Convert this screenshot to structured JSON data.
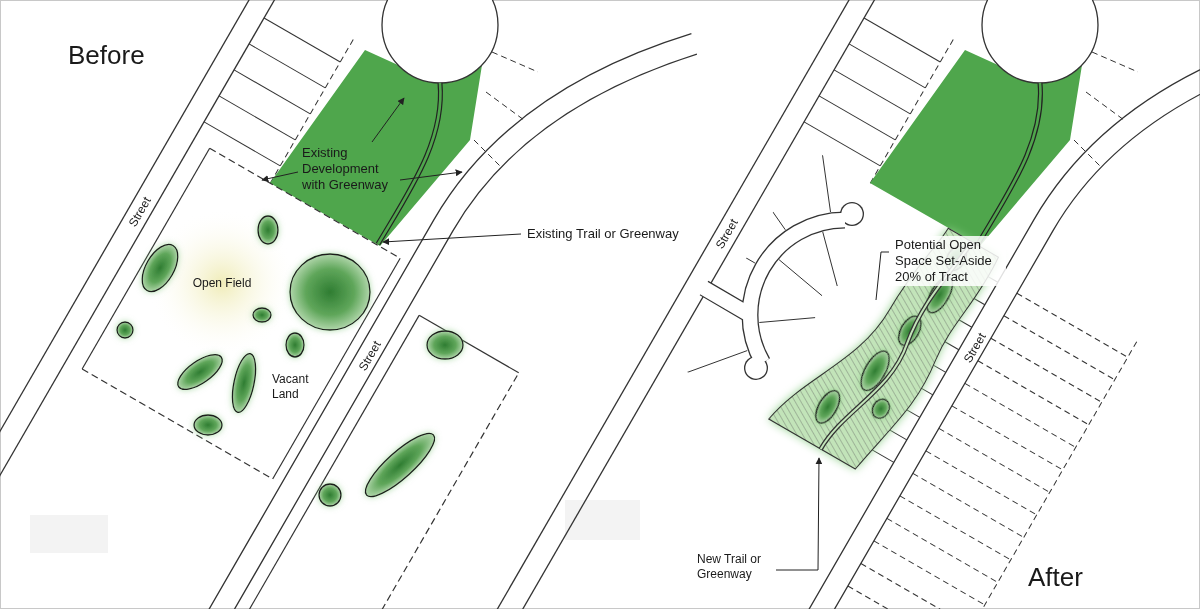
{
  "diagram": {
    "labels": [
      "Before",
      "Street",
      "Existing Development with Greenway",
      "Existing Trail or Greenway",
      "Open Field",
      "Vacant Land",
      "Street",
      "Street",
      "Potential Open Space Set-Aside 20% of Tract",
      "Street",
      "New Trail or Greenway",
      "After"
    ]
  }
}
